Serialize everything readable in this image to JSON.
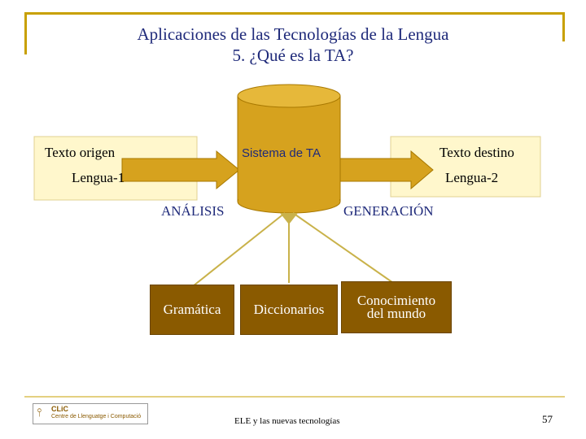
{
  "slide": {
    "title_line1": "Aplicaciones de las Tecnologías de la Lengua",
    "title_line2": "5. ¿Qué es la TA?"
  },
  "diagram": {
    "source_text": "Texto origen",
    "source_lang": "Lengua-1",
    "target_text": "Texto destino",
    "target_lang": "Lengua-2",
    "system": "Sistema de TA",
    "analysis": "ANÁLISIS",
    "generation": "GENERACIÓN",
    "resources": [
      "Gramática",
      "Diccionarios",
      "Conocimiento",
      "del mundo"
    ]
  },
  "footer": {
    "logo_title": "CLiC",
    "logo_subtitle": "Centre de Llenguatge i Computació",
    "course": "ELE y las nuevas tecnologías",
    "page_number": "57"
  },
  "colors": {
    "title": "#1f2a7a",
    "frame": "#c8a000",
    "cylinder": "#d6a21e",
    "arrow": "#b8860b",
    "panel": "#fff7cc",
    "box": "#8a5a00"
  }
}
